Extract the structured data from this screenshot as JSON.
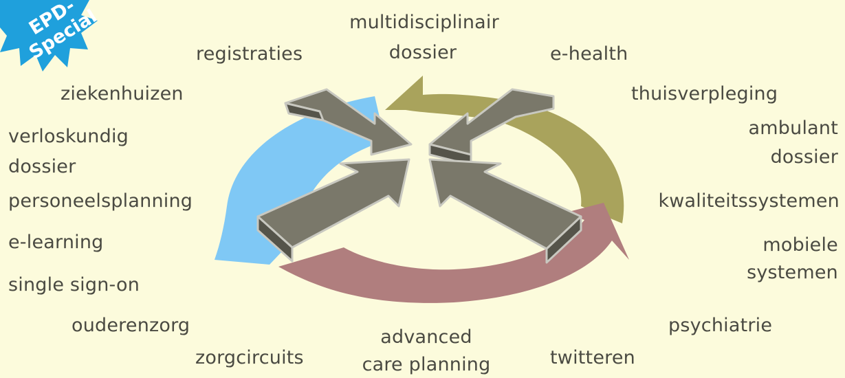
{
  "badge": {
    "line1": "EPD-",
    "line2": "Special"
  },
  "labels": {
    "multidisciplinair": "multidisciplinair",
    "dossier_top": "dossier",
    "registraties": "registraties",
    "ehealth": "e-health",
    "ziekenhuizen": "ziekenhuizen",
    "thuisverpleging": "thuisverpleging",
    "verloskundig": "verloskundig",
    "dossier_left": "dossier",
    "ambulant": "ambulant",
    "dossier_right": "dossier",
    "personeelsplanning": "personeelsplanning",
    "kwaliteitssystemen": "kwaliteitssystemen",
    "elearning": "e-learning",
    "mobiele": "mobiele",
    "systemen": "systemen",
    "single_sign_on": "single sign-on",
    "ouderenzorg": "ouderenzorg",
    "psychiatrie": "psychiatrie",
    "advanced": "advanced",
    "care_planning": "care planning",
    "zorgcircuits": "zorgcircuits",
    "twitteren": "twitteren"
  },
  "colors": {
    "background": "#fcfbdc",
    "badge": "#1fa0dc",
    "cycle_blue": "#7fc8f5",
    "cycle_olive": "#a9a35c",
    "cycle_rose": "#b07e7e",
    "arrow_face": "#7a786a",
    "arrow_side": "#55544a",
    "arrow_edge": "#c8c8c0"
  },
  "icons": [
    "starburst-badge",
    "circular-cycle-arrows",
    "converging-arrows"
  ]
}
